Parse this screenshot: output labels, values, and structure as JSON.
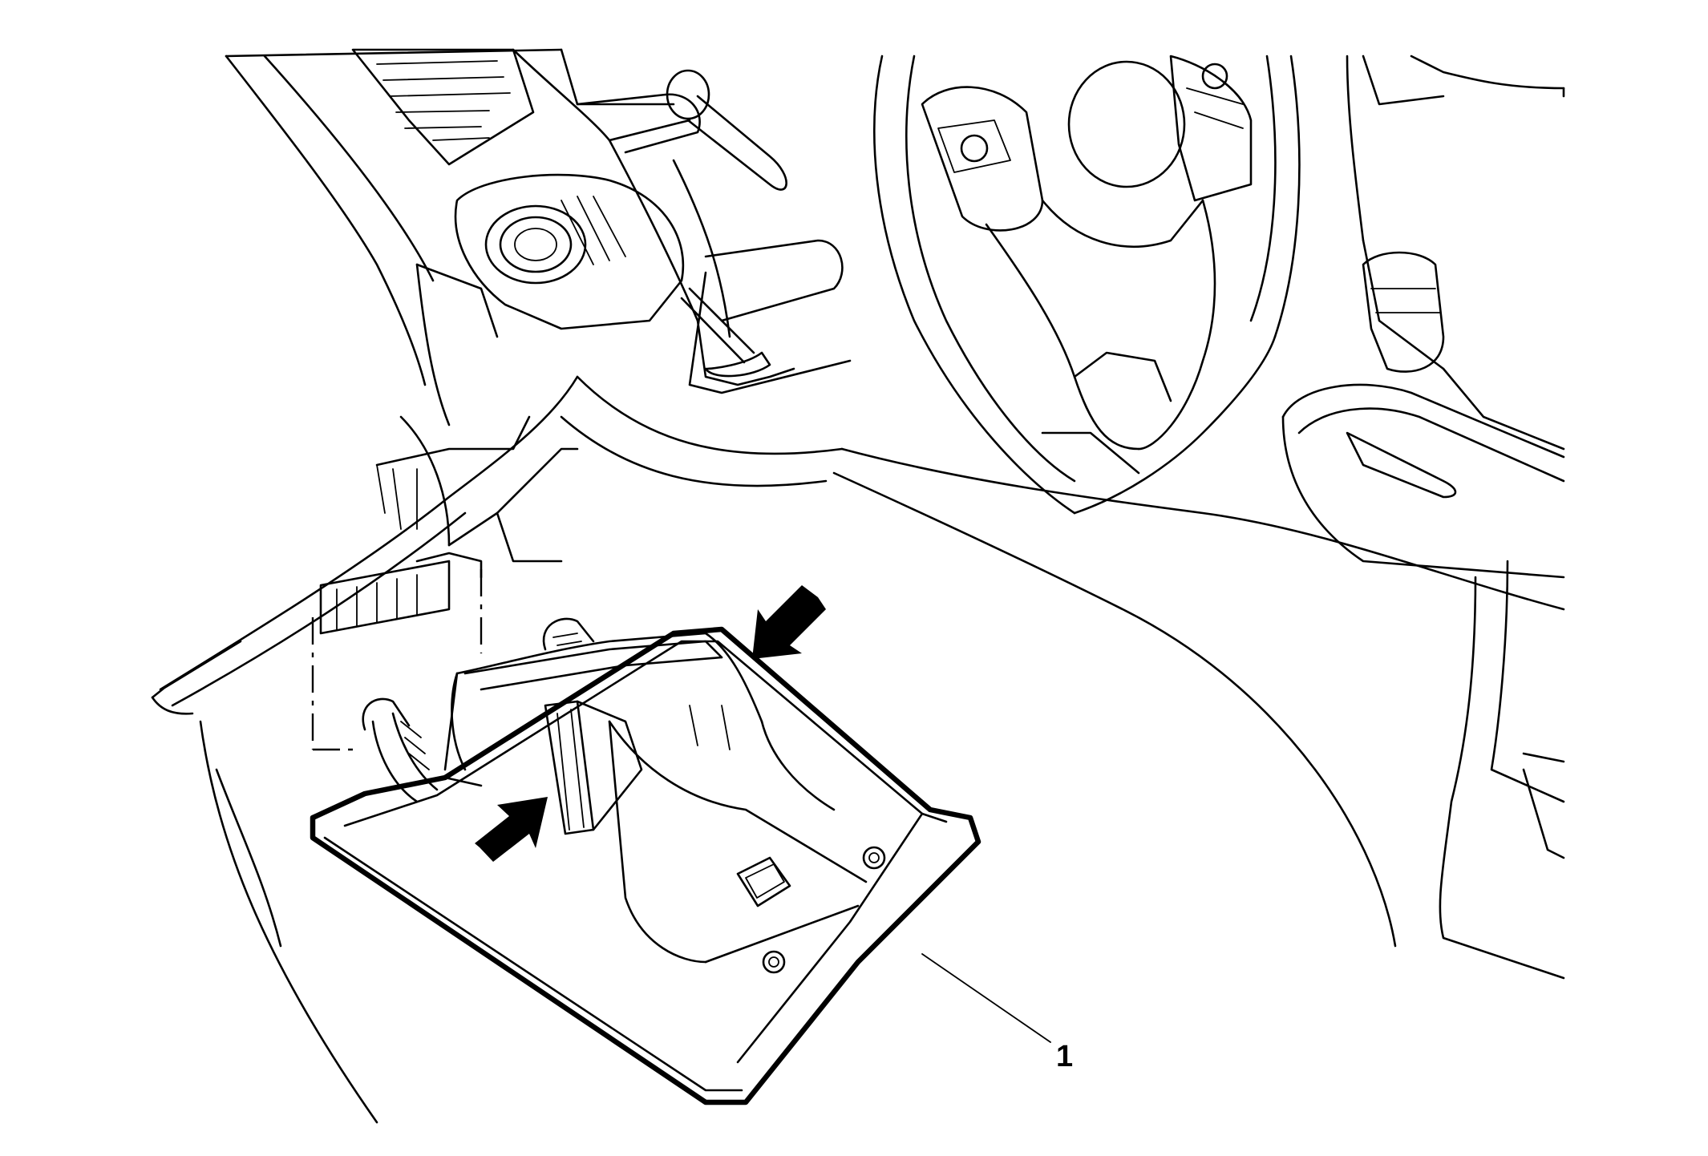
{
  "figure": {
    "background": "#ffffff",
    "line_color": "#000000"
  },
  "callouts": [
    {
      "label": "1"
    }
  ],
  "arrows": [
    {
      "name": "upper-release-arrow",
      "direction": "down-left"
    },
    {
      "name": "lower-release-arrow",
      "direction": "up-right"
    }
  ]
}
